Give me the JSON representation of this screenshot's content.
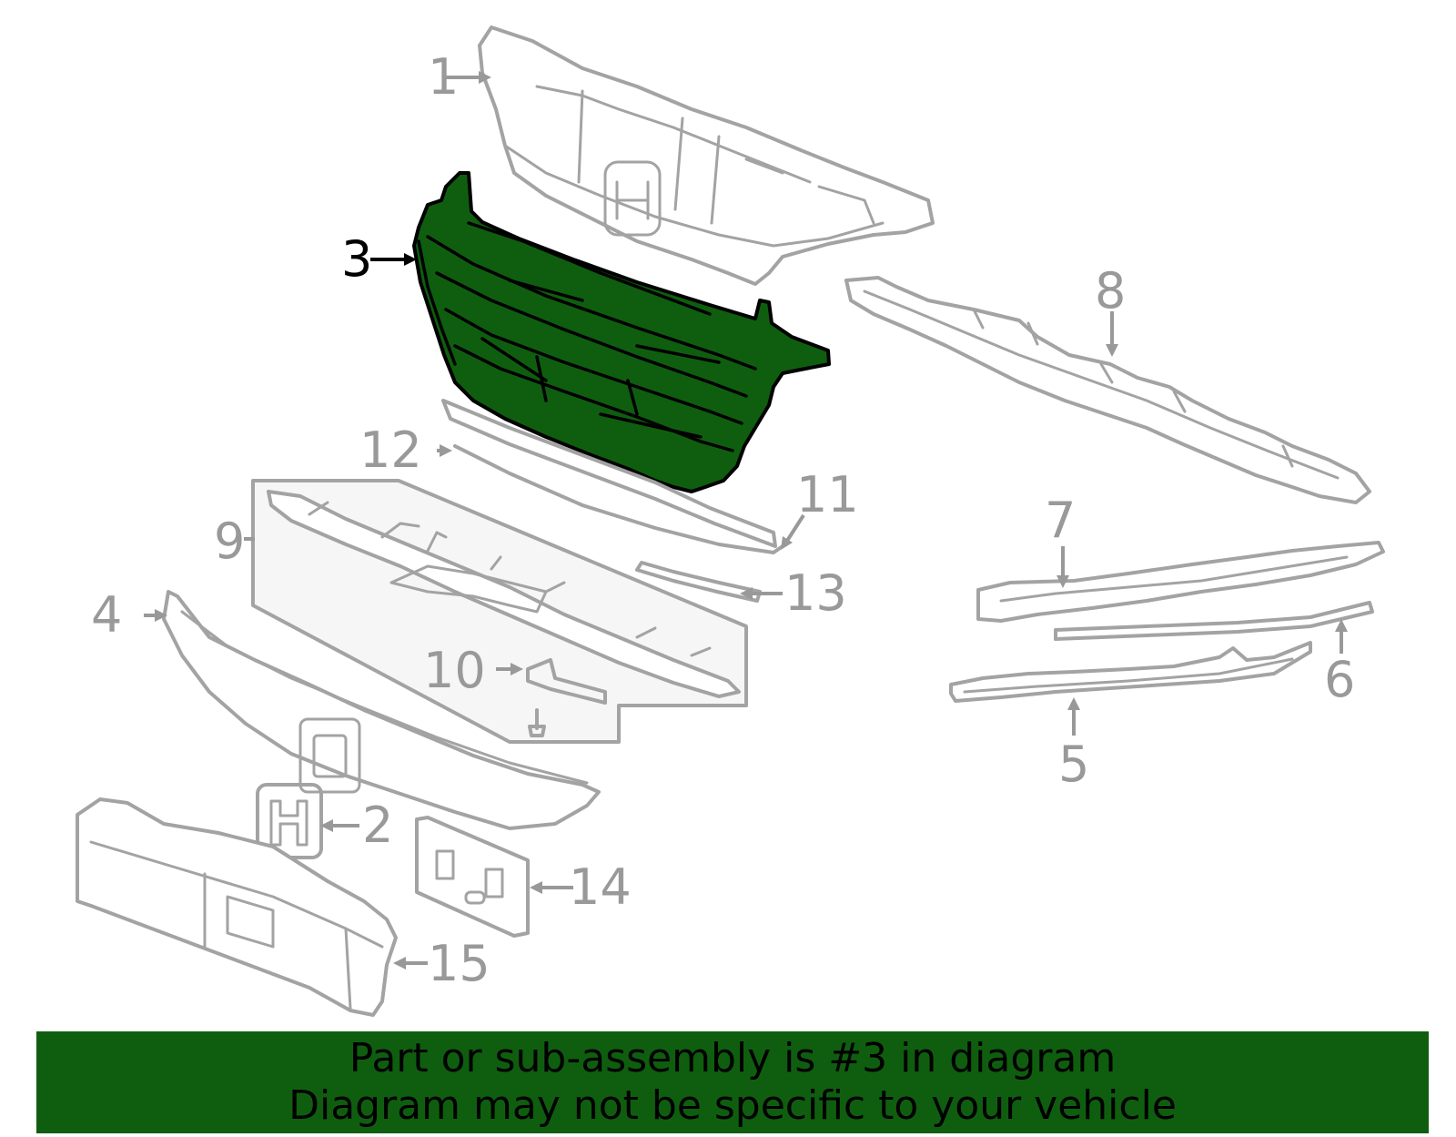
{
  "theme": {
    "highlight_color": "#0f5e0f",
    "banner_color": "#0f5e0f",
    "part_stroke_color": "#a3a3a3",
    "callout_color": "#999999",
    "highlight_label_color": "#000000"
  },
  "callouts": {
    "c1": "1",
    "c2": "2",
    "c3": "3",
    "c4": "4",
    "c5": "5",
    "c6": "6",
    "c7": "7",
    "c8": "8",
    "c9": "9",
    "c10": "10",
    "c11": "11",
    "c12": "12",
    "c13": "13",
    "c14": "14",
    "c15": "15"
  },
  "highlighted_part": "3",
  "banner": {
    "line1": "Part or sub-assembly is #3 in diagram",
    "line2": "Diagram may not be specific to your vehicle"
  }
}
